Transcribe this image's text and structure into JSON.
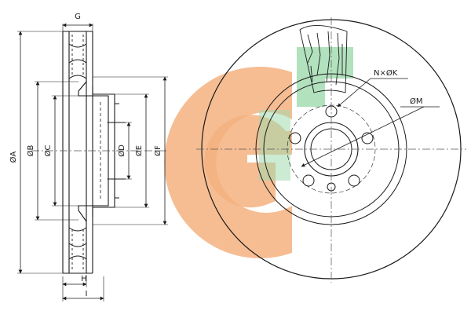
{
  "labels": {
    "dia_a": "ØA",
    "dia_b": "ØB",
    "dia_c": "ØC",
    "dia_d": "ØD",
    "dia_e": "ØE",
    "dia_f": "ØF",
    "g": "G",
    "h": "H",
    "i": "I",
    "bolts": "N×ØK",
    "dia_m": "ØM"
  },
  "watermark": {
    "logo_text": "GG",
    "orange": "#f2a46a",
    "green": "#8fd3a0"
  },
  "colors": {
    "line": "#1a1a1a",
    "center_line": "#555555"
  },
  "rotor": {
    "bolt_count": 5
  }
}
